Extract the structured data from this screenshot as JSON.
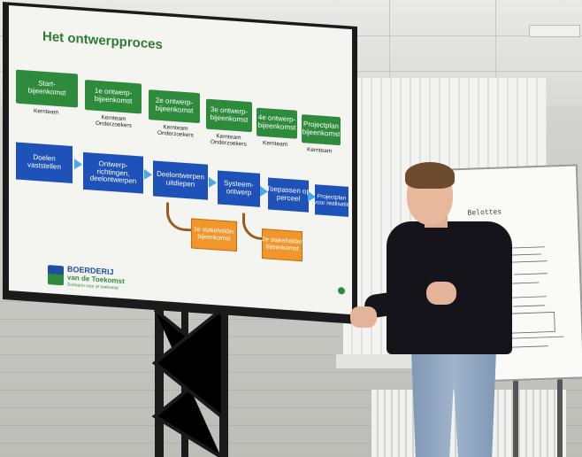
{
  "slide": {
    "title": "Het ontwerpproces",
    "green_steps": [
      {
        "label": "Start-\nbijeenkomst",
        "caption": "Kernteam"
      },
      {
        "label": "1e ontwerp-\nbijeenkomst",
        "caption": "Kernteam\nOnderzoekers"
      },
      {
        "label": "2e ontwerp-\nbijeenkomst",
        "caption": "Kernteam\nOnderzoekers"
      },
      {
        "label": "3e ontwerp-\nbijeenkomst",
        "caption": "Kernteam\nOnderzoekers"
      },
      {
        "label": "4e ontwerp-\nbijeenkomst",
        "caption": "Kernteam"
      },
      {
        "label": "Projectplan\nbijeenkomst",
        "caption": "Kernteam"
      }
    ],
    "blue_steps": [
      "Doelen\nvaststellen",
      "Ontwerp-\nrichtingen,\ndeelontwerpen",
      "Deelontwerpen\nuitdiepen",
      "Systeem-\nontwerp",
      "Toepassen op\nperceel",
      "Projectplan\nvoor realisatie"
    ],
    "orange_steps": [
      "1e stakeholder\nbijeenkomst",
      "2e stakeholder\nbijeenkomst"
    ],
    "logo": {
      "line1": "BOERDERIJ",
      "line2": "van de Toekomst",
      "line3": "Scenario voor je toekomst"
    },
    "colors": {
      "green": "#2e8b3c",
      "blue": "#1e52b8",
      "orange": "#f0962c"
    }
  },
  "flipchart": {
    "heading": "Belottes"
  }
}
